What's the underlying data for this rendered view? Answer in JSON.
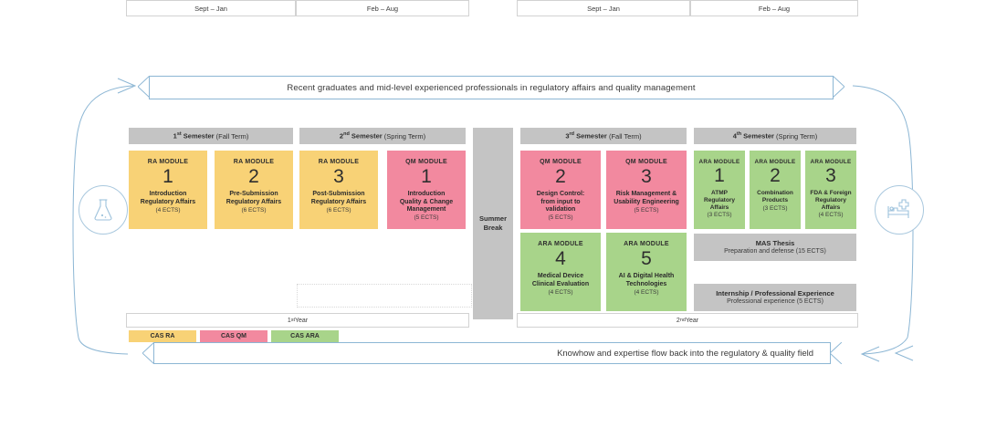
{
  "banners": {
    "top": "Recent graduates and mid-level experienced professionals in regulatory affairs and quality management",
    "bottom": "Knowhow and expertise flow back into the regulatory & quality field"
  },
  "icons": {
    "left": "lab-flask-icon",
    "right": "hospital-bed-icon"
  },
  "periods": [
    {
      "label": "Sept – Jan"
    },
    {
      "label": "Feb – Aug"
    },
    {
      "label": "Sept – Jan"
    },
    {
      "label": "Feb – Aug"
    }
  ],
  "semesters": [
    {
      "ordinal": "1",
      "sup": "st",
      "name": " Semester",
      "term": "(Fall Term)"
    },
    {
      "ordinal": "2",
      "sup": "nd",
      "name": " Semester",
      "term": "(Spring Term)"
    },
    {
      "ordinal": "3",
      "sup": "rd",
      "name": " Semester",
      "term": "(Fall Term)"
    },
    {
      "ordinal": "4",
      "sup": "th",
      "name": " Semester",
      "term": "(Spring Term)"
    }
  ],
  "modules": [
    {
      "kind": "RA MODULE",
      "number": "1",
      "title": "Introduction\nRegulatory Affairs",
      "ects": "(4 ECTS)",
      "color": "#F8D276"
    },
    {
      "kind": "RA MODULE",
      "number": "2",
      "title": "Pre-Submission\nRegulatory Affairs",
      "ects": "(6 ECTS)",
      "color": "#F8D276"
    },
    {
      "kind": "RA MODULE",
      "number": "3",
      "title": "Post-Submission\nRegulatory Affairs",
      "ects": "(6 ECTS)",
      "color": "#F8D276"
    },
    {
      "kind": "QM MODULE",
      "number": "1",
      "title": "Introduction\nQuality & Change\nManagement",
      "ects": "(5 ECTS)",
      "color": "#F2899F"
    },
    {
      "kind": "QM MODULE",
      "number": "2",
      "title": "Design Control:\nfrom input to\nvalidation",
      "ects": "(5 ECTS)",
      "color": "#F2899F"
    },
    {
      "kind": "QM MODULE",
      "number": "3",
      "title": "Risk Management &\nUsability Engineering",
      "ects": "(5 ECTS)",
      "color": "#F2899F"
    },
    {
      "kind": "ARA MODULE",
      "number": "4",
      "title": "Medical Device\nClinical Evaluation",
      "ects": "(4 ECTS)",
      "color": "#A8D48A"
    },
    {
      "kind": "ARA MODULE",
      "number": "5",
      "title": "AI & Digital Health\nTechnologies",
      "ects": "(4 ECTS)",
      "color": "#A8D48A"
    },
    {
      "kind": "ARA MODULE",
      "number": "1",
      "title": "ATMP\nRegulatory\nAffairs",
      "ects": "(3 ECTS)",
      "color": "#A8D48A"
    },
    {
      "kind": "ARA MODULE",
      "number": "2",
      "title": "Combination\nProducts",
      "ects": "(3 ECTS)",
      "color": "#A8D48A"
    },
    {
      "kind": "ARA MODULE",
      "number": "3",
      "title": "FDA & Foreign\nRegulatory\nAffairs",
      "ects": "(4 ECTS)",
      "color": "#A8D48A"
    }
  ],
  "summer_break": "Summer\nBreak",
  "grey_boxes": [
    {
      "title": "MAS Thesis",
      "subtitle": "Preparation and defense (15 ECTS)"
    },
    {
      "title": "Internship / Professional Experience",
      "subtitle": "Professional experience (5 ECTS)"
    }
  ],
  "years": [
    {
      "ordinal": "1",
      "sup": "st",
      "label": " Year"
    },
    {
      "ordinal": "2",
      "sup": "nd",
      "label": " Year"
    }
  ],
  "legend": [
    {
      "label": "CAS RA",
      "color": "#F8D276"
    },
    {
      "label": "CAS QM",
      "color": "#F2899F"
    },
    {
      "label": "CAS ARA",
      "color": "#A8D48A"
    }
  ],
  "colors": {
    "yellow": "#F8D276",
    "pink": "#F2899F",
    "green": "#A8D48A",
    "grey": "#C4C4C4",
    "accent_blue": "#8CB6D4"
  }
}
